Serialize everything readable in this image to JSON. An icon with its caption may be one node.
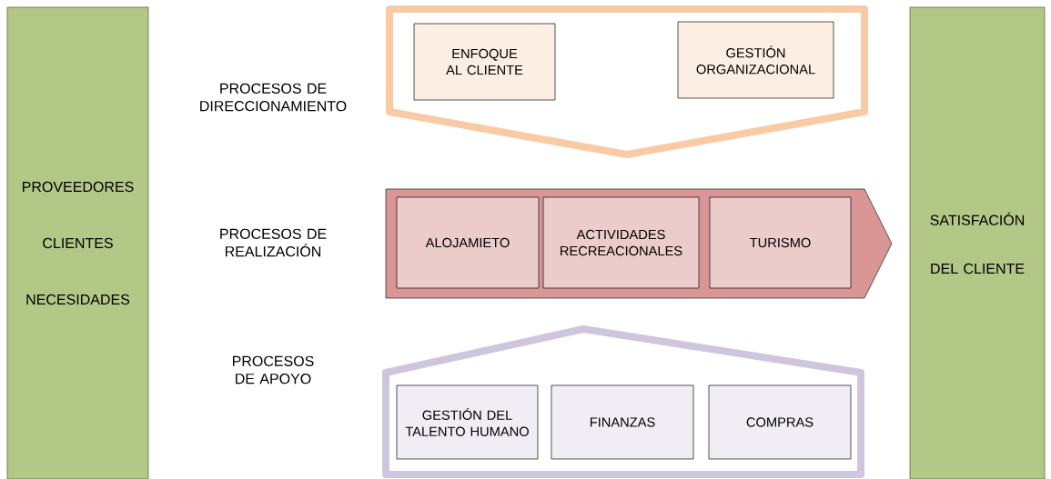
{
  "diagram": {
    "nodes": [
      {
        "text": [
          "PROVEEDORES",
          "CLIENTES",
          "NECESIDADES"
        ]
      },
      {
        "text": [],
        "shape": "pentagon"
      },
      {
        "text": [
          "ENFOQUE AL CLIENTE"
        ],
        "in": 1
      },
      {
        "text": [
          "GESTIÓN ORGANIZACIONAL"
        ],
        "in": 1
      },
      {
        "text": [],
        "shape": "arrow"
      },
      {
        "text": [
          "ALOJAMIETO"
        ],
        "in": 4
      },
      {
        "text": [
          "ACTIVIDADES RECREACIONALES"
        ],
        "in": 4
      },
      {
        "text": [
          "TURISMO"
        ],
        "in": 4
      },
      {
        "text": [],
        "shape": "pentagon"
      },
      {
        "text": [
          "GESTIÓN DEL TALENTO HUMANO"
        ],
        "in": 8
      },
      {
        "text": [
          "FINANZAS"
        ],
        "in": 8
      },
      {
        "text": [
          "COMPRAS"
        ],
        "in": 8
      },
      {
        "text": [
          "SATISFACIÓN DEL CLIENTE"
        ]
      }
    ],
    "edges": [],
    "labels": [
      "PROCESOS DE DIRECCIONAMIENTO",
      "PROCESOS DE REALIZACIÓN",
      "PROCESOS DE APOYO"
    ]
  }
}
